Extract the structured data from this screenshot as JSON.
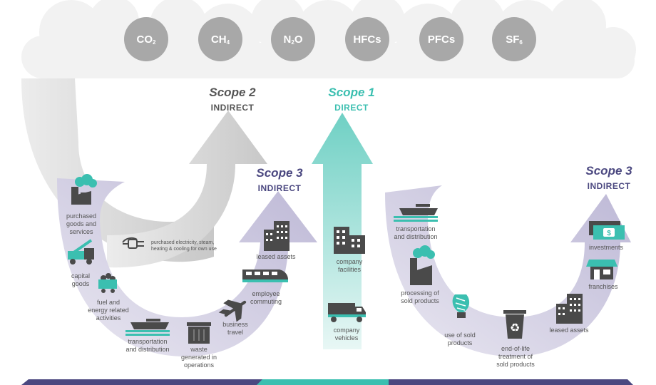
{
  "gases": [
    {
      "base": "CO",
      "sub": "2"
    },
    {
      "base": "CH",
      "sub": "4"
    },
    {
      "base": "N",
      "sub": "2",
      "suffix": "O"
    },
    {
      "base": "HFCs",
      "sub": ""
    },
    {
      "base": "PFCs",
      "sub": ""
    },
    {
      "base": "SF",
      "sub": "6"
    }
  ],
  "scopes": {
    "scope2": {
      "title": "Scope 2",
      "subtitle": "INDIRECT",
      "color": "#555555"
    },
    "scope1": {
      "title": "Scope 1",
      "subtitle": "DIRECT",
      "color": "#3bbfb0"
    },
    "scope3_left": {
      "title": "Scope 3",
      "subtitle": "INDIRECT",
      "color": "#4b4880"
    },
    "scope3_right": {
      "title": "Scope 3",
      "subtitle": "INDIRECT",
      "color": "#4b4880"
    }
  },
  "labels": {
    "purchased_goods": "purchased\ngoods and\nservices",
    "capital_goods": "capital\ngoods",
    "fuel_energy": "fuel and\nenergy related\nactivities",
    "transport_left": "transportation\nand distribution",
    "waste": "waste\ngenerated in\noperations",
    "business_travel": "business\ntravel",
    "employee_commuting": "employee\ncommuting",
    "leased_assets_left": "leased assets",
    "purchased_electricity": "purchased electricity, steam,\nheating & cooling for own use",
    "company_facilities": "company\nfacilities",
    "company_vehicles": "company\nvehicles",
    "transport_right": "transportation\nand distribution",
    "processing": "processing of\nsold products",
    "use_sold": "use of sold\nproducts",
    "end_of_life": "end-of-life\ntreatment of\nsold products",
    "leased_assets_right": "leased assets",
    "franchises": "franchises",
    "investments": "investments",
    "investments_symbol": "$"
  },
  "colors": {
    "cloud": "#f2f2f2",
    "gas_circle": "#a8a8a8",
    "gray_arrow": "#d5d5d5",
    "teal": "#3bbfb0",
    "teal_light": "#c9ece8",
    "purple_light": "#ccc9e0",
    "purple_dark": "#4b4880",
    "icon_dark": "#4a4a4a"
  }
}
